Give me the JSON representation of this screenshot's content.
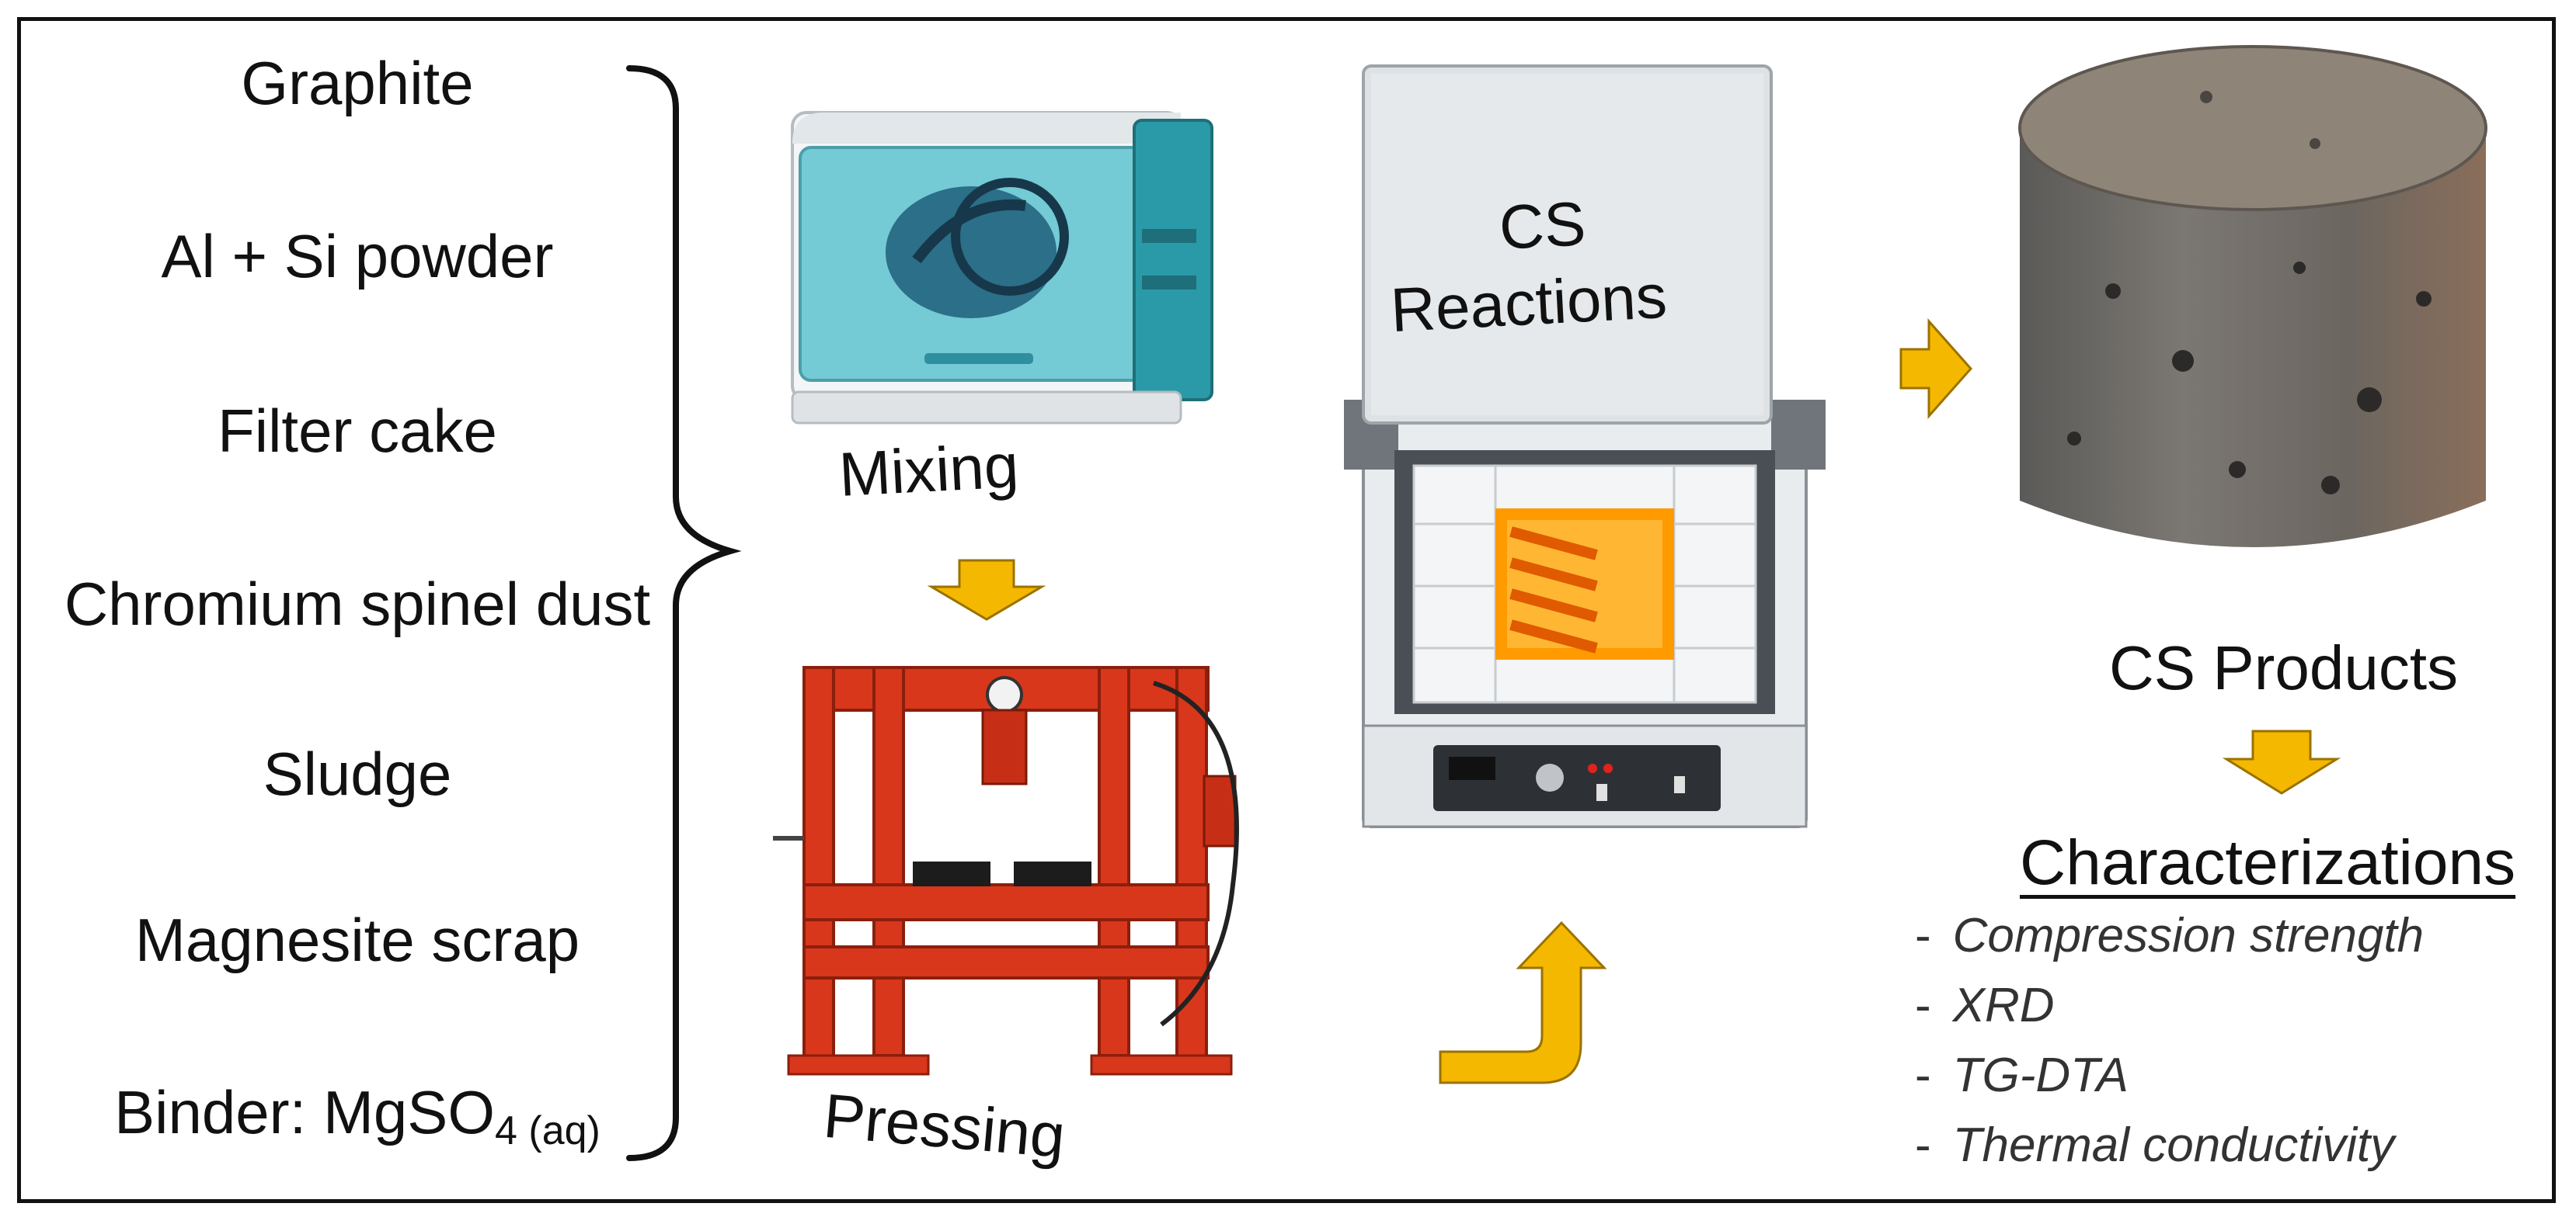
{
  "ingredients": [
    "Graphite",
    "Al + Si powder",
    "Filter cake",
    "Chromium spinel dust",
    "Sludge",
    "Magnesite scrap"
  ],
  "binder": {
    "prefix": "Binder: MgSO",
    "sub1": "4",
    "sub2": " (aq)"
  },
  "steps": {
    "mixing": "Mixing",
    "pressing": "Pressing",
    "reactions_line1": "CS",
    "reactions_line2": "Reactions",
    "products": "CS Products"
  },
  "characterizations": {
    "title": "Characterizations",
    "items": [
      "Compression strength",
      "XRD",
      "TG-DTA",
      "Thermal conductivity"
    ]
  },
  "colors": {
    "arrow": "#f5b800",
    "arrow_edge": "#9a7200",
    "mixer_cover": "#5fc3d0",
    "press_frame": "#d8371c",
    "furnace_body": "#e9ecef",
    "furnace_glow": "#ff9a00",
    "product": "#6b6660"
  }
}
